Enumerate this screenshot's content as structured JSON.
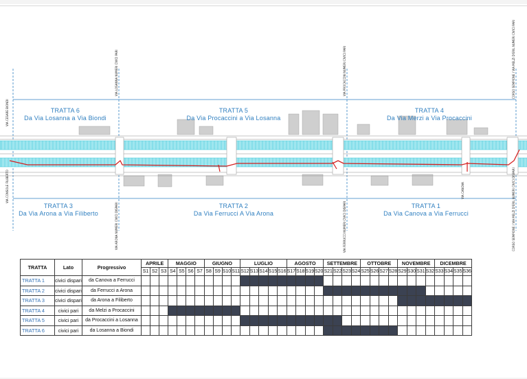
{
  "plan": {
    "upper_sections": [
      {
        "title": "TRATTA 6",
        "subtitle": "Da Via Losanna a Via Biondi"
      },
      {
        "title": "TRATTA 5",
        "subtitle": "Da Via Procaccini a Via Losanna"
      },
      {
        "title": "TRATTA 4",
        "subtitle": "Da Via Merzi a Via Procaccini"
      }
    ],
    "lower_sections": [
      {
        "title": "TRATTA 3",
        "subtitle": "Da Via Arona a Via Filiberto"
      },
      {
        "title": "TRATTA 2",
        "subtitle": "Da Via Ferrucci A Via Arona"
      },
      {
        "title": "TRATTA 1",
        "subtitle": "Da Via Canova a Via Ferrucci"
      }
    ],
    "street_labels": {
      "top_1": "VIA LOSANNA NUMERI CIVICI PARI",
      "top_2": "VIA PROCACCINI NUMERI CIVICI PARI",
      "top_3": "CORSO SEMPIONE / VIA MELZI D'ERIL NUMERI CIVICI PARI",
      "left": "VIA CESARE BIONDI",
      "left_2": "VIA CONSOLE FILIBERTO",
      "bottom_1": "VIA ARONA NUMERI CIVICI DISPARI",
      "bottom_2": "VIA FERRUCCI NUMERI CIVICI DISPARI",
      "bottom_3": "VIA CANOVA",
      "bottom_4": "CORSO SEMPIONE / VIA MELZI D'ERIL NUMERI CIVICI DISPARI"
    }
  },
  "schedule": {
    "headers": {
      "tratta": "TRATTA",
      "lato": "Lato",
      "progressivo": "Progressivo"
    },
    "months": [
      {
        "label": "APRILE",
        "span": 3
      },
      {
        "label": "MAGGIO",
        "span": 4
      },
      {
        "label": "GIUGNO",
        "span": 4
      },
      {
        "label": "LUGLIO",
        "span": 5
      },
      {
        "label": "AGOSTO",
        "span": 4
      },
      {
        "label": "SETTEMBRE",
        "span": 4
      },
      {
        "label": "OTTOBRE",
        "span": 4
      },
      {
        "label": "NOVEMBRE",
        "span": 4
      },
      {
        "label": "DICEMBRE",
        "span": 4
      }
    ],
    "weeks": [
      "S1",
      "S2",
      "S3",
      "S4",
      "S5",
      "S6",
      "S7",
      "S8",
      "S9",
      "S10",
      "S11",
      "S12",
      "S13",
      "S14",
      "S15",
      "S16",
      "S17",
      "S18",
      "S19",
      "S20",
      "S21",
      "S22",
      "S23",
      "S24",
      "S25",
      "S26",
      "S27",
      "S28",
      "S29",
      "S30",
      "S31",
      "S32",
      "S33",
      "S34",
      "S35",
      "S36"
    ],
    "rows": [
      {
        "tratta": "TRATTA 1",
        "lato": "civici dispari",
        "progressivo": "da Canova a Ferrucci",
        "weeks_active": [
          12,
          20
        ]
      },
      {
        "tratta": "TRATTA 2",
        "lato": "civici dispari",
        "progressivo": "da Ferrucci a Arona",
        "weeks_active": [
          21,
          31
        ]
      },
      {
        "tratta": "TRATTA 3",
        "lato": "civici dispari",
        "progressivo": "da Arona a Filiberto",
        "weeks_active": [
          29,
          36
        ]
      },
      {
        "tratta": "TRATTA 4",
        "lato": "civici pari",
        "progressivo": "da Melzi a Procaccini",
        "weeks_active": [
          4,
          11
        ]
      },
      {
        "tratta": "TRATTA 5",
        "lato": "civici pari",
        "progressivo": "da Procaccini a Losanna",
        "weeks_active": [
          12,
          22
        ]
      },
      {
        "tratta": "TRATTA 6",
        "lato": "civici pari",
        "progressivo": "da Losanna a Biondi",
        "weeks_active": [
          21,
          28
        ]
      }
    ]
  }
}
